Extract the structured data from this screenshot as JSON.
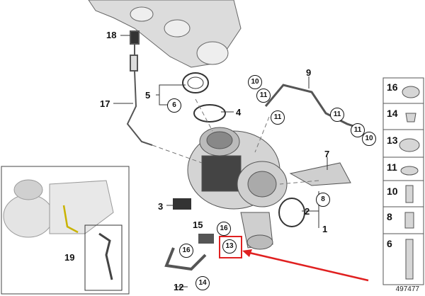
{
  "callouts": {
    "c18": "18",
    "c17": "17",
    "c5": "5",
    "c6": "6",
    "c4": "4",
    "c9": "9",
    "c10a": "10",
    "c11a": "11",
    "c11b": "11",
    "c11c": "11",
    "c10b": "10",
    "c7": "7",
    "c8": "8",
    "c2": "2",
    "c1": "1",
    "c3": "3",
    "c15": "15",
    "c16a": "16",
    "c16b": "16",
    "c13": "13",
    "c14": "14",
    "c12": "12",
    "c19": "19"
  },
  "side_panel": [
    "16",
    "14",
    "13",
    "11",
    "10",
    "8",
    "6"
  ],
  "document_number": "497477",
  "colors": {
    "highlight": "#e02020",
    "parts": "#d9d9d9",
    "outline": "#555555"
  }
}
